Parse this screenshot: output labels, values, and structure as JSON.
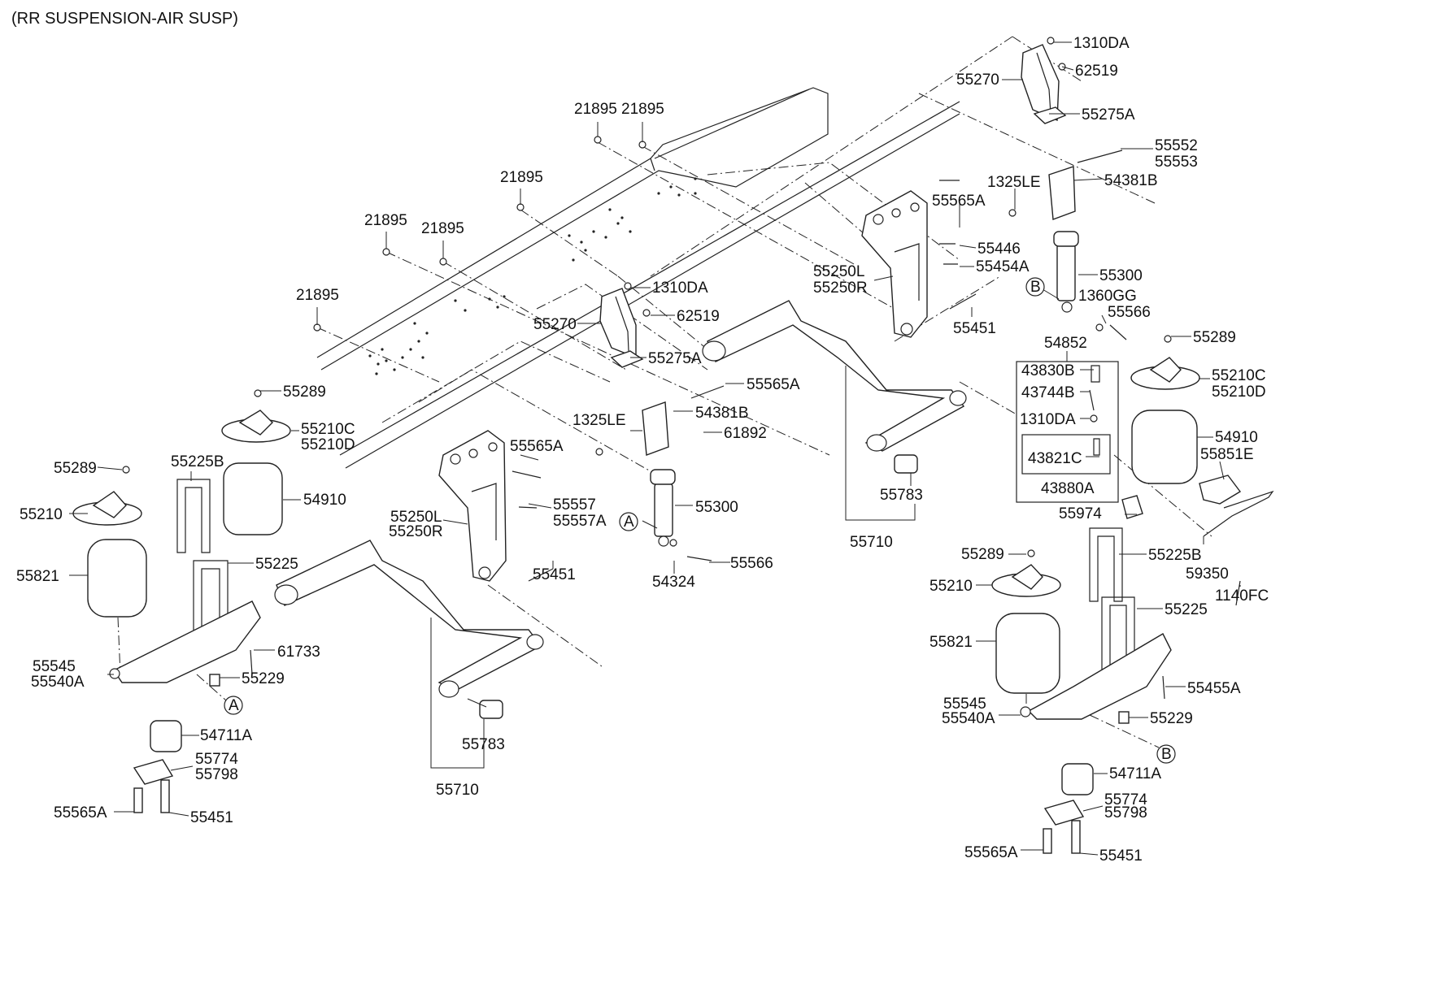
{
  "title": "(RR SUSPENSION-AIR SUSP)",
  "labels": {
    "l1310da_a": "1310DA",
    "l62519_a": "62519",
    "l55270_a": "55270",
    "l55275a_a": "55275A",
    "l21895_1": "21895",
    "l21895_2": "21895",
    "l21895_3": "21895",
    "l21895_4": "21895",
    "l21895_5": "21895",
    "l21895_6": "21895",
    "l55552": "55552",
    "l55553": "55553",
    "l1325le_a": "1325LE",
    "l54381b_a": "54381B",
    "l55565a_a": "55565A",
    "l55446": "55446",
    "l55454a": "55454A",
    "l55250l_a": "55250L",
    "l55250r_a": "55250R",
    "l55300_a": "55300",
    "lB_a": "B",
    "l1360gg": "1360GG",
    "l55566_a": "55566",
    "l55451_a": "55451",
    "l1310da_b": "1310DA",
    "l62519_b": "62519",
    "l55270_b": "55270",
    "l55275a_b": "55275A",
    "l54852": "54852",
    "l43830b": "43830B",
    "l43744b": "43744B",
    "l1310da_c": "1310DA",
    "l43821c": "43821C",
    "l43880a": "43880A",
    "l55289_a": "55289",
    "l55210c_a": "55210C",
    "l55210d_a": "55210D",
    "l54910_a": "54910",
    "l55851e": "55851E",
    "l55565a_b": "55565A",
    "l54381b_b": "54381B",
    "l1325le_b": "1325LE",
    "l61892": "61892",
    "l55289_b": "55289",
    "l55210c_b": "55210C",
    "l55210d_b": "55210D",
    "l55289_c": "55289",
    "l55225b_a": "55225B",
    "l55210_a": "55210",
    "l54910_b": "54910",
    "l55225_a": "55225",
    "l55821_a": "55821",
    "l61733": "61733",
    "l55545_a": "55545",
    "l55540a_a": "55540A",
    "l55229_a": "55229",
    "lA_a": "A",
    "l54711a_a": "54711A",
    "l55774_a": "55774",
    "l55798_a": "55798",
    "l55565a_c": "55565A",
    "l55451_b": "55451",
    "l55565a_d": "55565A",
    "l55557": "55557",
    "l55557a": "55557A",
    "l55250l_b": "55250L",
    "l55250r_b": "55250R",
    "l55451_c": "55451",
    "l55300_b": "55300",
    "lA_b": "A",
    "l54324": "54324",
    "l55566_b": "55566",
    "l55783_a": "55783",
    "l55710_a": "55710",
    "l55783_b": "55783",
    "l55710_b": "55710",
    "l55974": "55974",
    "l55225b_b": "55225B",
    "l59350": "59350",
    "l1140fc": "1140FC",
    "l55289_d": "55289",
    "l55210_b": "55210",
    "l55225_b": "55225",
    "l55821_b": "55821",
    "l55455a": "55455A",
    "l55545_b": "55545",
    "l55540a_b": "55540A",
    "l55229_b": "55229",
    "lB_b": "B",
    "l54711a_b": "54711A",
    "l55774_b": "55774",
    "l55798_b": "55798",
    "l55565a_e": "55565A",
    "l55451_d": "55451"
  }
}
